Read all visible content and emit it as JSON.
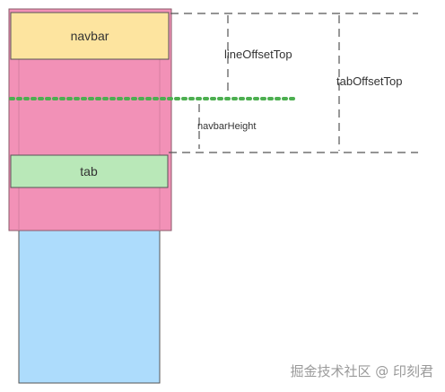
{
  "boxes": {
    "navbar": {
      "label": "navbar"
    },
    "tab": {
      "label": "tab"
    }
  },
  "dimensions": {
    "line_offset_top": "lineOffsetTop",
    "tab_offset_top": "tabOffsetTop",
    "navbar_height": "navbarHeight"
  },
  "watermark": "掘金技术社区 @ 印刻君",
  "colors": {
    "page_area": "#addcfc",
    "page_border": "#555555",
    "container": "#f291b7",
    "container_border": "#8a5a6a",
    "navbar": "#fde49f",
    "tab": "#b9e8b8",
    "dotted_line": "#4caf50",
    "dashed_line": "#555555"
  }
}
